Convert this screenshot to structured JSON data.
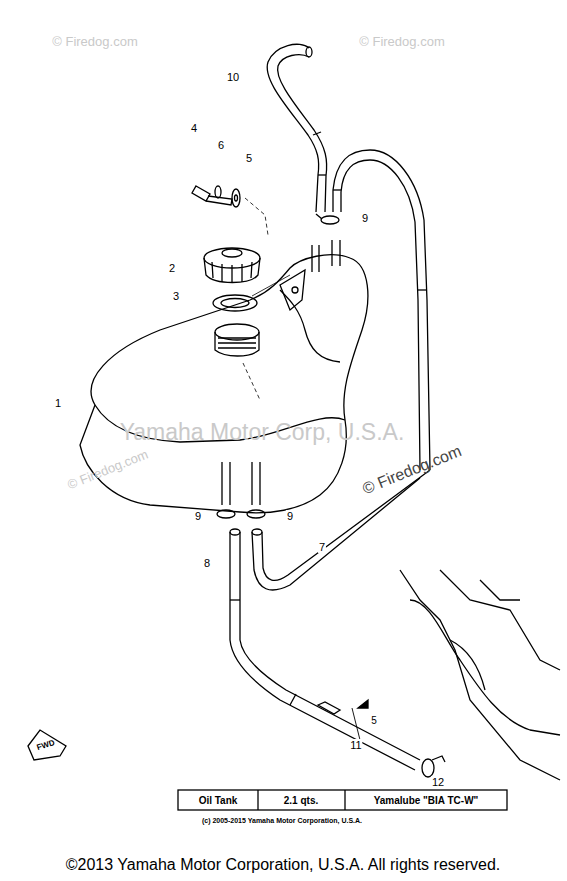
{
  "diagram": {
    "labels": [
      "© Firedog.com",
      "© Firedog.com",
      "10",
      "4",
      "6",
      "5",
      "9",
      "2",
      "3",
      "1",
      "Yamaha Motor Corp, U.S.A.",
      "© Firedog.com",
      "© Firedog.com",
      "9",
      "9",
      "8",
      "7",
      "FWD",
      "5",
      "11",
      "12",
      "Oil Tank",
      "2.1 qts.",
      "Yamalube \"BIA TC-W\"",
      "(c) 2005-2015 Yamaha Motor Corporation, U.S.A.",
      "©2013 Yamaha Motor Corporation, U.S.A. All rights reserved."
    ]
  }
}
